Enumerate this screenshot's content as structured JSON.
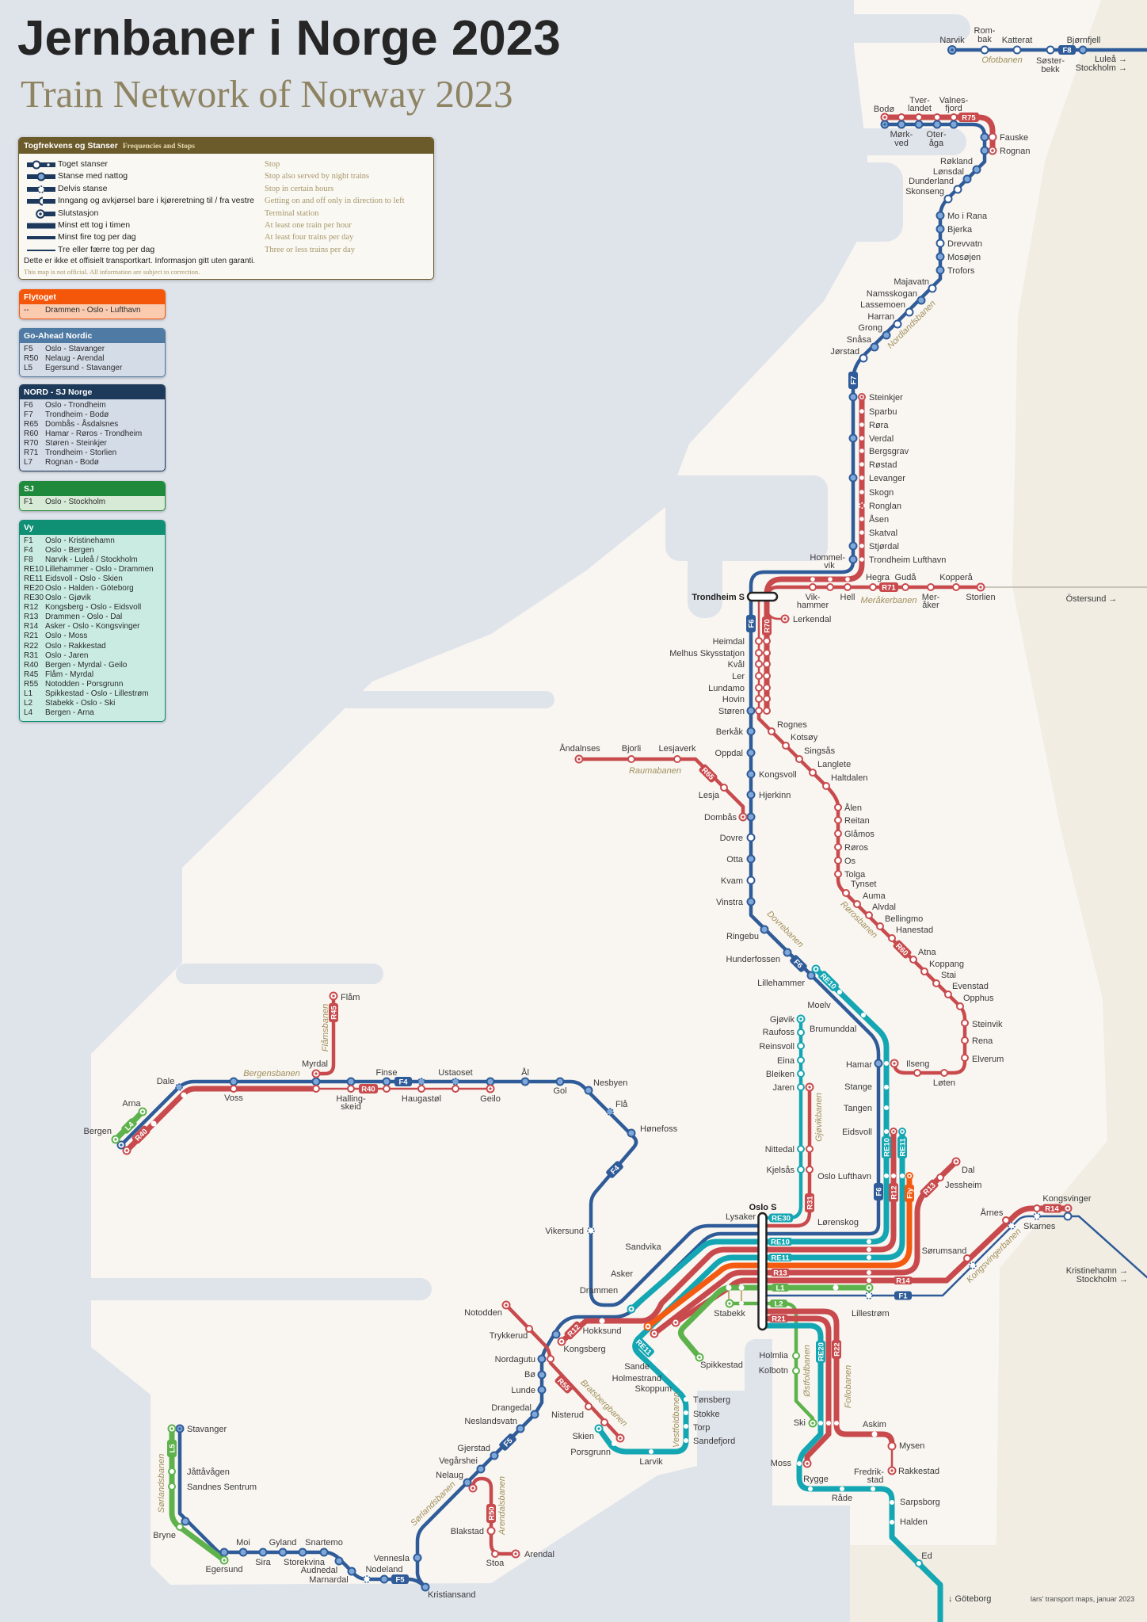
{
  "header": {
    "title": "Jernbaner i Norge 2023",
    "subtitle": "Train Network of Norway 2023"
  },
  "legend": {
    "title_no": "Togfrekvens og Stanser",
    "title_en": "Frequencies and Stops",
    "items": [
      {
        "icon": "stop-symbol",
        "no": "Toget stanser",
        "en": "Stop"
      },
      {
        "icon": "night-stop-symbol",
        "no": "Stanse med nattog",
        "en": "Stop also served by night trains"
      },
      {
        "icon": "partial-stop-symbol",
        "no": "Delvis stanse",
        "en": "Stop in certain hours"
      },
      {
        "icon": "directional-stop-symbol",
        "no": "Inngang og avkjørsel bare i kjøreretning til / fra vestre",
        "en": "Getting on and off only in direction to left"
      },
      {
        "icon": "terminal-symbol",
        "no": "Slutstasjon",
        "en": "Terminal station"
      },
      {
        "icon": "thick-line",
        "no": "Minst ett tog i timen",
        "en": "At least one train per hour"
      },
      {
        "icon": "medium-line",
        "no": "Minst fire tog per dag",
        "en": "At least four trains per day"
      },
      {
        "icon": "thin-line",
        "no": "Tre eller færre tog per dag",
        "en": "Three or less trains per day"
      }
    ],
    "disclaimer_no": "Dette er ikke et offisielt transportkart. Informasjon gitt uten garanti.",
    "disclaimer_en": "This map is not official. All information are subject to correction."
  },
  "operators": [
    {
      "name": "Flytoget",
      "header_color": "#f5570a",
      "body_color": "#fbcbb0",
      "routes": [
        {
          "code": "--",
          "name": "Drammen - Oslo - Lufthavn"
        }
      ]
    },
    {
      "name": "Go-Ahead Nordic",
      "header_color": "#4f7aa3",
      "body_color": "#d4dce8",
      "routes": [
        {
          "code": "F5",
          "name": "Oslo - Stavanger"
        },
        {
          "code": "R50",
          "name": "Nelaug - Arendal"
        },
        {
          "code": "L5",
          "name": "Egersund - Stavanger"
        }
      ]
    },
    {
      "name": "NORD - SJ Norge",
      "header_color": "#1e3a5a",
      "body_color": "#d4dce8",
      "routes": [
        {
          "code": "F6",
          "name": "Oslo - Trondheim"
        },
        {
          "code": "F7",
          "name": "Trondheim - Bodø"
        },
        {
          "code": "R65",
          "name": "Dombås - Åsdalsnes"
        },
        {
          "code": "R60",
          "name": "Hamar - Røros - Trondheim"
        },
        {
          "code": "R70",
          "name": "Støren - Steinkjer"
        },
        {
          "code": "R71",
          "name": "Trondheim - Storlien"
        },
        {
          "code": "L7",
          "name": "Rognan - Bodø"
        }
      ]
    },
    {
      "name": "SJ",
      "header_color": "#1f8a3c",
      "body_color": "#d7ead6",
      "routes": [
        {
          "code": "F1",
          "name": "Oslo - Stockholm"
        }
      ]
    },
    {
      "name": "Vy",
      "header_color": "#0f8f73",
      "body_color": "#c9ebe2",
      "routes": [
        {
          "code": "F1",
          "name": "Oslo - Kristinehamn"
        },
        {
          "code": "F4",
          "name": "Oslo - Bergen"
        },
        {
          "code": "F8",
          "name": "Narvik - Luleå / Stockholm"
        },
        {
          "code": "RE10",
          "name": "Lillehammer - Oslo - Drammen"
        },
        {
          "code": "RE11",
          "name": "Eidsvoll - Oslo - Skien"
        },
        {
          "code": "RE20",
          "name": "Oslo - Halden - Göteborg"
        },
        {
          "code": "RE30",
          "name": "Oslo - Gjøvik"
        },
        {
          "code": "R12",
          "name": "Kongsberg - Oslo - Eidsvoll"
        },
        {
          "code": "R13",
          "name": "Drammen - Oslo - Dal"
        },
        {
          "code": "R14",
          "name": "Asker - Oslo - Kongsvinger"
        },
        {
          "code": "R21",
          "name": "Oslo - Moss"
        },
        {
          "code": "R22",
          "name": "Oslo - Rakkestad"
        },
        {
          "code": "R31",
          "name": "Oslo - Jaren"
        },
        {
          "code": "R40",
          "name": "Bergen - Myrdal - Geilo"
        },
        {
          "code": "R45",
          "name": "Flåm - Myrdal"
        },
        {
          "code": "R55",
          "name": "Notodden - Porsgrunn"
        },
        {
          "code": "L1",
          "name": "Spikkestad - Oslo - Lillestrøm"
        },
        {
          "code": "L2",
          "name": "Stabekk - Oslo - Ski"
        },
        {
          "code": "L4",
          "name": "Bergen - Arna"
        }
      ]
    }
  ],
  "colors": {
    "sea": "#dfe3ea",
    "land_norway": "#f9f6f1",
    "land_sweden": "#f1ede3",
    "line_blue": "#2f5b98",
    "line_red": "#c84a4d",
    "line_teal": "#14a7b3",
    "line_green": "#5db24c",
    "line_orange": "#f45a10",
    "night_stop": "#7fa8da",
    "railway_name": "#a08f5c",
    "legend_header": "#6b5a2a"
  },
  "badges": {
    "f8": "F8",
    "r75": "R75",
    "f7": "F7",
    "r71": "R71",
    "f6": "F6",
    "r70": "R70",
    "r65": "R65",
    "r60": "R60",
    "re10": "RE10",
    "re11": "RE11",
    "r12": "R12",
    "fly": "Fly",
    "r13": "R13",
    "r14": "R14",
    "f1": "F1",
    "re30": "RE30",
    "r31": "R31",
    "l1": "L1",
    "l2": "L2",
    "r21": "R21",
    "re20": "RE20",
    "r22": "R22",
    "r55": "R55",
    "f5": "F5",
    "r50": "R50",
    "l5": "L5",
    "f4": "F4",
    "r40": "R40",
    "r45": "R45",
    "l4": "L4"
  },
  "railways": {
    "ofotbanen": "Ofotbanen",
    "nordlandsbanen": "Nordlandsbanen",
    "merakerbanen": "Meråkerbanen",
    "raumabanen": "Raumabanen",
    "dovrebanen": "Dovrebanen",
    "rorosbanen": "Rørosbanen",
    "gjovikbanen": "Gjøvikbanen",
    "kongsvingerbanen": "Kongsvingerbanen",
    "ostfoldbanen": "Østfoldbanen",
    "follobanen": "Follobanen",
    "vestfoldbanen": "Vestfoldbanen",
    "bratsbergbanen": "Bratsbergbanen",
    "sorlandsbanen": "Sørlandsbanen",
    "arendalsbanen": "Arendalsbanen",
    "bergensbanen": "Bergensbanen",
    "flamsbanen": "Flåmsbanen"
  },
  "destinations": {
    "lulea": "Luleå →",
    "stockholm_north": "Stockholm →",
    "ostersund": "Östersund →",
    "kristinehamn": "Kristinehamn →",
    "stockholm_east": "Stockholm →",
    "goteborg": "↓ Göteborg"
  },
  "credit": "lars' transport maps, januar 2023",
  "stations": {
    "narvik": "Narvik",
    "rombak": [
      "Rom-",
      "bak"
    ],
    "katterat": "Katterat",
    "sosterbekk": [
      "Søster-",
      "bekk"
    ],
    "bjornfjell": "Bjørnfjell",
    "bodo": "Bodø",
    "tverlandet": [
      "Tver-",
      "landet"
    ],
    "valnesfjord": [
      "Valnes-",
      "fjord"
    ],
    "morkved": [
      "Mørk-",
      "ved"
    ],
    "oteraga": [
      "Oter-",
      "åga"
    ],
    "fauske": "Fauske",
    "rognan": "Rognan",
    "rokland": "Røkland",
    "lonsdal": "Lønsdal",
    "dunderland": "Dunderland",
    "skonseng": "Skonseng",
    "mo_i_rana": "Mo i Rana",
    "bjerka": "Bjerka",
    "drevvatn": "Drevvatn",
    "mosojen": "Mosøjen",
    "trofors": "Trofors",
    "majavatn": "Majavatn",
    "namsskogan": "Namsskogan",
    "lassemoen": "Lassemoen",
    "harran": "Harran",
    "grong": "Grong",
    "snasa": "Snåsa",
    "jorstad": "Jørstad",
    "steinkjer": "Steinkjer",
    "sparbu": "Sparbu",
    "rora": "Røra",
    "verdal": "Verdal",
    "bergsgrav": "Bergsgrav",
    "rostad": "Røstad",
    "levanger": "Levanger",
    "skogn": "Skogn",
    "ronglan": "Ronglan",
    "asen": "Åsen",
    "skatval": "Skatval",
    "stjordal": "Stjørdal",
    "trondheim_lufthavn": "Trondheim Lufthavn",
    "hommelvik": [
      "Hommel-",
      "vik"
    ],
    "trondheim_s": "Trondheim S",
    "vikhammer": [
      "Vik-",
      "hammer"
    ],
    "hell": "Hell",
    "hegra": "Hegra",
    "guda": "Gudå",
    "meraker": [
      "Mer-",
      "åker"
    ],
    "koppera": "Kopperå",
    "storlien": "Storlien",
    "lerkendal": "Lerkendal",
    "heimdal": "Heimdal",
    "melhus": "Melhus Skysstatjon",
    "kval": "Kvål",
    "ler": "Ler",
    "lundamo": "Lundamo",
    "hovin": "Hovin",
    "storen": "Støren",
    "berkak": "Berkåk",
    "oppdal": "Oppdal",
    "kongsvoll": "Kongsvoll",
    "hjerkinn": "Hjerkinn",
    "dombas": "Dombås",
    "dovre": "Dovre",
    "otta": "Otta",
    "kvam": "Kvam",
    "vinstra": "Vinstra",
    "ringebu": "Ringebu",
    "hunderfossen": "Hunderfossen",
    "lillehammer": "Lillehammer",
    "andalsnes": "Åndalnses",
    "bjorli": "Bjorli",
    "lesjaverk": "Lesjaverk",
    "lesja": "Lesja",
    "rognes": "Rognes",
    "kotsoy": "Kotsøy",
    "singsas": "Singsås",
    "langlete": "Langlete",
    "haltdalen": "Haltdalen",
    "alen": "Ålen",
    "reitan": "Reitan",
    "glamos": "Glåmos",
    "roros": "Røros",
    "os": "Os",
    "tolga": "Tolga",
    "tynset": "Tynset",
    "auma": "Auma",
    "alvdal": "Alvdal",
    "bellingmo": "Bellingmo",
    "hanestad": "Hanestad",
    "atna": "Atna",
    "koppang": "Koppang",
    "stai": "Stai",
    "evenstad": "Evenstad",
    "opphus": "Opphus",
    "steinvik": "Steinvik",
    "rena": "Rena",
    "elverum": "Elverum",
    "loten": "Løten",
    "ilseng": "Ilseng",
    "moelv": "Moelv",
    "brumunddal": "Brumunddal",
    "gjovik": "Gjøvik",
    "raufoss": "Raufoss",
    "reinsvoll": "Reinsvoll",
    "eina": "Eina",
    "bleiken": "Bleiken",
    "jaren": "Jaren",
    "nittedal": "Nittedal",
    "kjelsas": "Kjelsås",
    "hamar": "Hamar",
    "stange": "Stange",
    "tangen": "Tangen",
    "eidsvoll": "Eidsvoll",
    "oslo_lufthavn": "Oslo Lufthavn",
    "dal": "Dal",
    "jessheim": "Jessheim",
    "oslo_s": "Oslo S",
    "lorenskog": "Lørenskog",
    "kongsvinger": "Kongsvinger",
    "arnes": "Årnes",
    "skarnes": "Skarnes",
    "sorumsand": "Sørumsand",
    "lillestrom": "Lillestrøm",
    "lysaker": "Lysaker",
    "sandvika": "Sandvika",
    "asker": "Asker",
    "drammen": "Drammen",
    "vikersund": "Vikersund",
    "hokksund": "Hokksund",
    "kongsberg": "Kongsberg",
    "stabekk": "Stabekk",
    "spikkestad": "Spikkestad",
    "holmlia": "Holmlia",
    "kolbotn": "Kolbotn",
    "notodden": "Notodden",
    "trykkerud": "Trykkerud",
    "nordagutu": "Nordagutu",
    "bo": "Bø",
    "lunde": "Lunde",
    "drangedal": "Drangedal",
    "neslandsvatn": "Neslandsvatn",
    "gjerstad": "Gjerstad",
    "vegarshei": "Vegårshei",
    "nelaug": "Nelaug",
    "sande": "Sande",
    "holmestrand": "Holmestrand",
    "skoppum": "Skoppum",
    "tonsberg": "Tønsberg",
    "stokke": "Stokke",
    "torp": "Torp",
    "sandefjord": "Sandefjord",
    "larvik": "Larvik",
    "porsgrunn": "Porsgrunn",
    "skien": "Skien",
    "nisterud": "Nisterud",
    "stavanger": "Stavanger",
    "jattavagen": "Jåttåvågen",
    "sandnes_sentrum": "Sandnes Sentrum",
    "bryne": "Bryne",
    "egersund": "Egersund",
    "moi": "Moi",
    "sira": "Sira",
    "gyland": "Gyland",
    "storekvina": "Storekvina",
    "snartemo": "Snartemo",
    "audnedal": "Audnedal",
    "marnardal": "Marnardal",
    "nodeland": "Nodeland",
    "vennesla": "Vennesla",
    "kristiansand": "Kristiansand",
    "blakstad": "Blakstad",
    "stoa": "Stoa",
    "arendal": "Arendal",
    "flam": "Flåm",
    "myrdal": "Myrdal",
    "dale": "Dale",
    "arna": "Arna",
    "bergen": "Bergen",
    "voss": "Voss",
    "hallingskeid": [
      "Halling-",
      "skeid"
    ],
    "finse": "Finse",
    "haugastol": "Haugastøl",
    "ustaoset": "Ustaoset",
    "geilo": "Geilo",
    "al": "Ål",
    "gol": "Gol",
    "nesbyen": "Nesbyen",
    "fla": "Flå",
    "honefoss": "Hønefoss",
    "askim": "Askim",
    "mysen": "Mysen",
    "rakkestad": "Rakkestad",
    "ski": "Ski",
    "moss": "Moss",
    "rygge": "Rygge",
    "rade": "Råde",
    "fredrikstad": [
      "Fredrik-",
      "stad"
    ],
    "sarpsborg": "Sarpsborg",
    "halden": "Halden",
    "ed": "Ed"
  }
}
